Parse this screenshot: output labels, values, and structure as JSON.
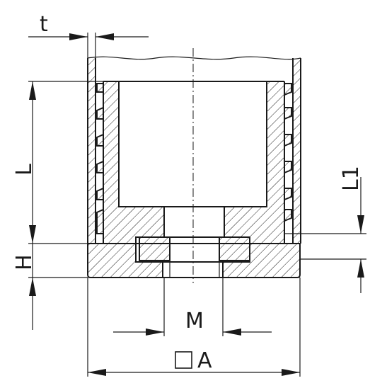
{
  "drawing": {
    "labels": {
      "t": "t",
      "L": "L",
      "L1": "L1",
      "H": "H",
      "M": "M",
      "A": "A"
    },
    "symbols": [
      "square-symbol"
    ]
  }
}
